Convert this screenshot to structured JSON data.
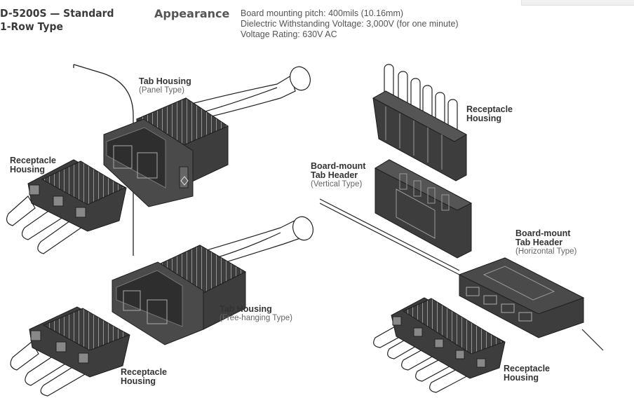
{
  "header": {
    "title_line1": "D-5200S — Standard",
    "title_line2": "1-Row Type",
    "section": "Appearance"
  },
  "specs": [
    "Board mounting pitch: 400mils (10.16mm)",
    "Dielectric Withstanding Voltage: 3,000V (for one minute)",
    "Voltage Rating: 630V AC"
  ],
  "labels": {
    "tab_housing_panel": {
      "main": "Tab Housing",
      "sub": "(Panel Type)"
    },
    "receptacle_left_top": {
      "line1": "Receptacle",
      "line2": "Housing"
    },
    "tab_housing_free": {
      "main": "Tab Housing",
      "sub": "(Free-hanging Type)"
    },
    "receptacle_left_bottom": {
      "line1": "Receptacle",
      "line2": "Housing"
    },
    "receptacle_right_top": {
      "line1": "Receptacle",
      "line2": "Housing"
    },
    "vertical_header": {
      "line1": "Board-mount",
      "line2": "Tab Header",
      "sub": "(Vertical Type)"
    },
    "horizontal_header": {
      "line1": "Board-mount",
      "line2": "Tab Header",
      "sub": "(Horizontal Type)"
    },
    "receptacle_right_bottom": {
      "line1": "Receptacle",
      "line2": "Housing"
    }
  },
  "colors": {
    "body": "#3d3d3d",
    "outline": "#1e1e1e",
    "wire": "#ffffff"
  }
}
